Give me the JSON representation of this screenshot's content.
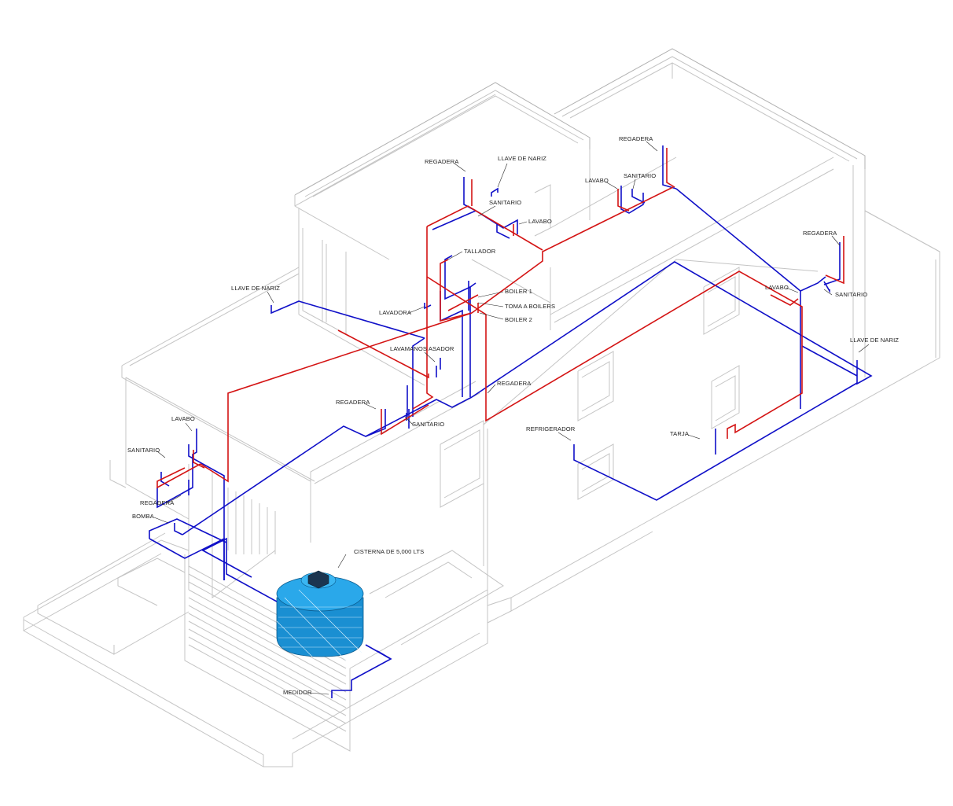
{
  "colors": {
    "cold_water": "#1010c8",
    "hot_water": "#d41414",
    "tank": "#1ea2e6",
    "building_lines": "#c4c4c4"
  },
  "labels": {
    "regadera_top_left": "REGADERA",
    "llave_nariz_top": "LLAVE DE NARIZ",
    "sanitario_top": "SANITARIO",
    "lavabo_top": "LAVABO",
    "tallador": "TALLADOR",
    "boiler_1": "BOILER 1",
    "toma_boilers": "TOMA A BOILERS",
    "boiler_2": "BOILER 2",
    "lavadora": "LAVADORA",
    "lavamanos_asador": "LAVAMANOS ASADOR",
    "llave_nariz_left": "LLAVE DE NARIZ",
    "regadera_mid": "REGADERA",
    "regadera_right_center": "REGADERA",
    "sanitario_mid": "SANITARIO",
    "lavabo_left": "LAVABO",
    "sanitario_left": "SANITARIO",
    "regadera_left": "REGADERA",
    "bomba": "BOMBA",
    "cisterna": "CISTERNA DE 5,000 LTS",
    "medidor": "MEDIDOR",
    "regadera_top_right": "REGADERA",
    "lavabo_top_right": "LAVABO",
    "sanitario_top_right": "SANITARIO",
    "regadera_far_right": "REGADERA",
    "lavabo_far_right": "LAVABO",
    "sanitario_far_right": "SANITARIO",
    "llave_nariz_right": "LLAVE DE NARIZ",
    "refrigerador": "REFRIGERADOR",
    "tarja": "TARJA"
  }
}
